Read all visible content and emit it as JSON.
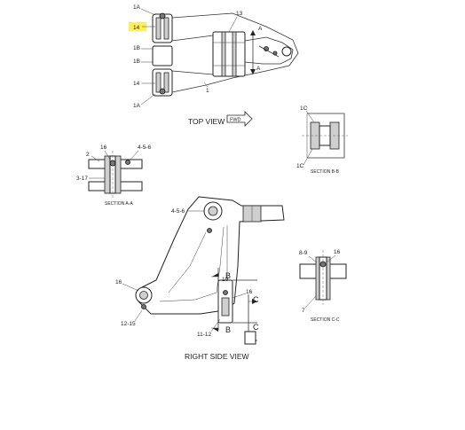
{
  "highlight_color": "#ffee55",
  "top_view": {
    "title": "TOP VIEW",
    "fwd": "FWD",
    "callouts": {
      "c1a_top": "1A",
      "c14_highlight": "14",
      "c1b_upper": "1B",
      "c1b_lower": "1B",
      "c14_lower": "14",
      "c1a_bottom": "1A",
      "c13": "13",
      "c1": "1",
      "a_top": "A",
      "a_bottom": "A"
    }
  },
  "section_bb": {
    "title": "SECTION B-B",
    "callouts": {
      "c1c_top": "1C",
      "c1c_bottom": "1C"
    }
  },
  "section_aa": {
    "title": "SECTION A-A",
    "callouts": {
      "c16": "16",
      "c456": "4-5-6",
      "c2": "2",
      "c317": "3-17"
    }
  },
  "right_side_view": {
    "title": "RIGHT SIDE VIEW",
    "callouts": {
      "c456": "4-5-6",
      "c16_left": "16",
      "c1215": "12-15",
      "c10": "10",
      "c16_right": "16",
      "c1112": "11-12",
      "b_top": "B",
      "b_bottom": "B",
      "c_top": "C",
      "c_bottom": "C"
    }
  },
  "section_cc": {
    "title": "SECTION C-C",
    "callouts": {
      "c89": "8-9",
      "c16": "16",
      "c7": "7"
    }
  }
}
